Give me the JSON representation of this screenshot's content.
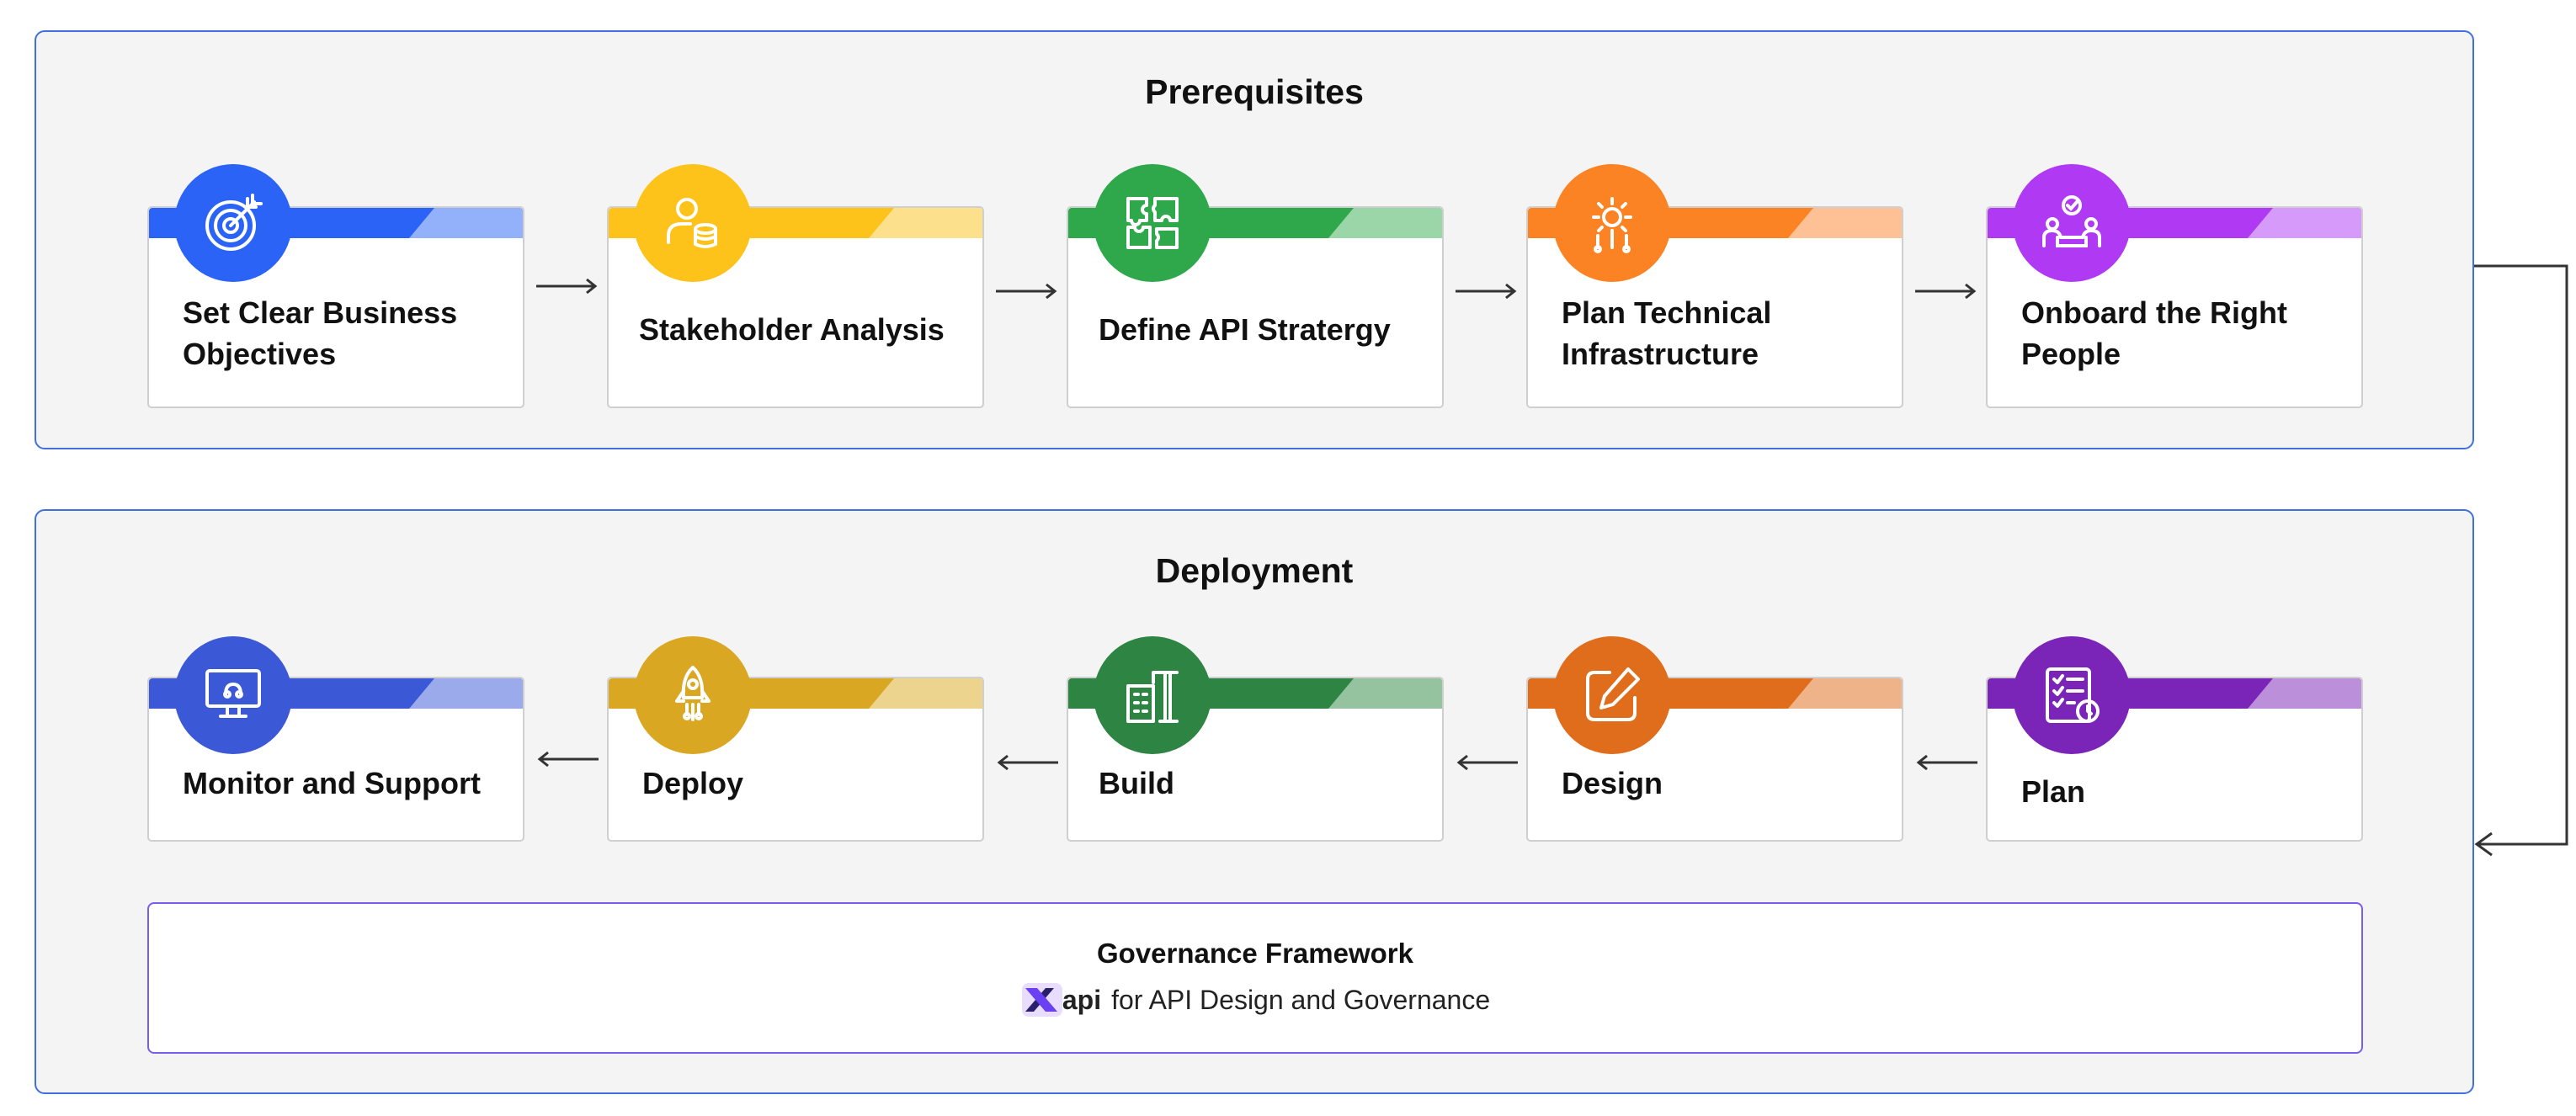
{
  "sections": {
    "prerequisites": {
      "title": "Prerequisites",
      "steps": [
        {
          "label": "Set Clear Business Objectives",
          "icon": "target-icon",
          "color": "#2a63f5",
          "color_light": "#93b1fb"
        },
        {
          "label": "Stakeholder Analysis",
          "icon": "stakeholder-icon",
          "color": "#fec31a",
          "color_light": "#fde08c"
        },
        {
          "label": "Define API Stratergy",
          "icon": "puzzle-icon",
          "color": "#2ea84a",
          "color_light": "#9bd6a9"
        },
        {
          "label": "Plan Technical Infrastructure",
          "icon": "infrastructure-gear-icon",
          "color": "#fb8324",
          "color_light": "#fdc195"
        },
        {
          "label": "Onboard the Right People",
          "icon": "people-meeting-icon",
          "color": "#b03af4",
          "color_light": "#d69afb"
        }
      ]
    },
    "deployment": {
      "title": "Deployment",
      "steps": [
        {
          "label": "Monitor and Support",
          "icon": "monitor-icon",
          "color": "#3b58d6",
          "color_light": "#9aaaea"
        },
        {
          "label": "Deploy",
          "icon": "rocket-icon",
          "color": "#d9a721",
          "color_light": "#ecd38e"
        },
        {
          "label": "Build",
          "icon": "building-crane-icon",
          "color": "#2d8443",
          "color_light": "#95c29f"
        },
        {
          "label": "Design",
          "icon": "pencil-edit-icon",
          "color": "#df6d1c",
          "color_light": "#efb389"
        },
        {
          "label": "Plan",
          "icon": "checklist-icon",
          "color": "#7a25b8",
          "color_light": "#bc8fdb"
        }
      ]
    }
  },
  "governance": {
    "title": "Governance Framework",
    "logo_text": "api",
    "subtitle": "for API Design and Governance"
  }
}
